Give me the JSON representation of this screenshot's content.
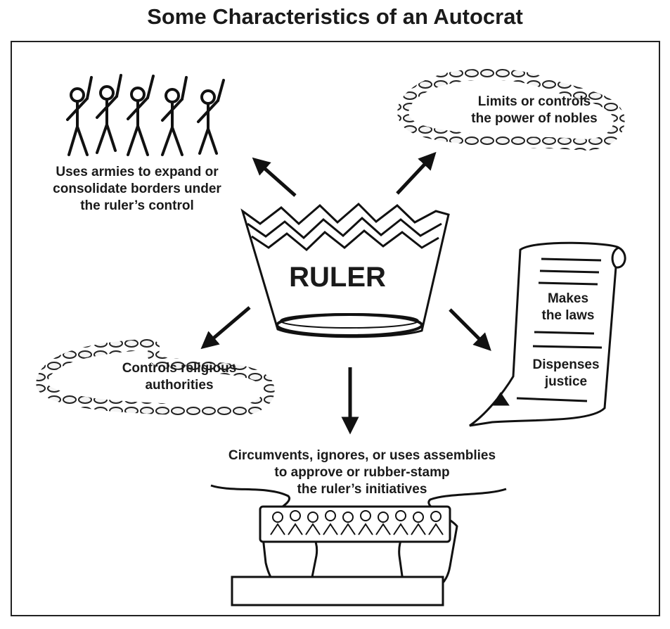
{
  "title": "Some Characteristics of an Autocrat",
  "center": {
    "label": "RULER"
  },
  "characteristics": [
    {
      "id": "armies",
      "lines": [
        "Uses armies to expand or",
        "consolidate borders under",
        "the ruler’s control"
      ]
    },
    {
      "id": "nobles",
      "lines": [
        "Limits or controls",
        "the power of nobles"
      ]
    },
    {
      "id": "laws",
      "lines": [
        "Makes",
        "the laws"
      ]
    },
    {
      "id": "justice",
      "lines": [
        "Dispenses",
        "justice"
      ]
    },
    {
      "id": "religion",
      "lines": [
        "Controls religious",
        "authorities"
      ]
    },
    {
      "id": "assemblies",
      "lines": [
        "Circumvents, ignores, or uses assemblies",
        "to approve or rubber-stamp",
        "the ruler’s initiatives"
      ]
    }
  ],
  "icons": [
    "soldiers-icon",
    "chain-icon",
    "crown-icon",
    "scroll-icon",
    "chain-icon",
    "hands-icon"
  ]
}
